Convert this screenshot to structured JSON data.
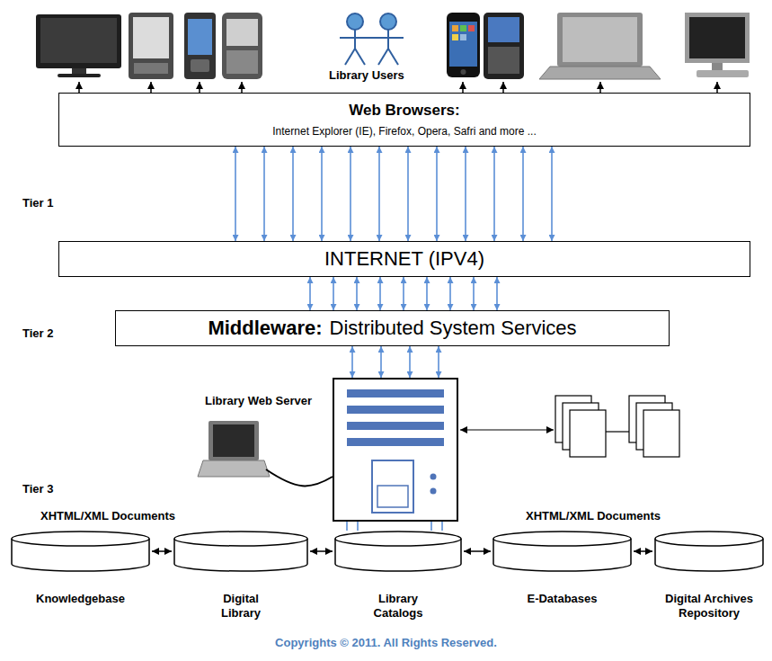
{
  "diagram": {
    "nodes": [
      {
        "text": [
          "Web Browsers:",
          "Internet Explorer (IE), Firefox, Opera, Safri and more ..."
        ]
      },
      {
        "text": [
          "INTERNET (IPV4)"
        ]
      },
      {
        "text": [
          "Middleware:",
          "Distributed System Services"
        ]
      },
      {
        "text": [
          "Library Web Server"
        ]
      },
      {
        "text": [
          "Knowledgebase"
        ]
      },
      {
        "text": [
          "Digital Library"
        ]
      },
      {
        "text": [
          "Library Catalogs"
        ]
      },
      {
        "text": [
          "E-Databases"
        ]
      },
      {
        "text": [
          "Digital Archives Repository"
        ]
      }
    ],
    "edges": [
      {
        "from": 0,
        "to": 1,
        "arrow": "both"
      },
      {
        "from": 0,
        "to": 1,
        "arrow": "both"
      },
      {
        "from": 0,
        "to": 1,
        "arrow": "both"
      },
      {
        "from": 0,
        "to": 1,
        "arrow": "both"
      },
      {
        "from": 0,
        "to": 1,
        "arrow": "both"
      },
      {
        "from": 0,
        "to": 1,
        "arrow": "both"
      },
      {
        "from": 0,
        "to": 1,
        "arrow": "both"
      },
      {
        "from": 0,
        "to": 1,
        "arrow": "both"
      },
      {
        "from": 0,
        "to": 1,
        "arrow": "both"
      },
      {
        "from": 0,
        "to": 1,
        "arrow": "both"
      },
      {
        "from": 0,
        "to": 1,
        "arrow": "both"
      },
      {
        "from": 0,
        "to": 1,
        "arrow": "both"
      },
      {
        "from": 1,
        "to": 2,
        "arrow": "both"
      },
      {
        "from": 1,
        "to": 2,
        "arrow": "both"
      },
      {
        "from": 1,
        "to": 2,
        "arrow": "both"
      },
      {
        "from": 1,
        "to": 2,
        "arrow": "both"
      },
      {
        "from": 1,
        "to": 2,
        "arrow": "both"
      },
      {
        "from": 1,
        "to": 2,
        "arrow": "both"
      },
      {
        "from": 1,
        "to": 2,
        "arrow": "both"
      },
      {
        "from": 1,
        "to": 2,
        "arrow": "both"
      },
      {
        "from": 1,
        "to": 2,
        "arrow": "both"
      },
      {
        "from": 2,
        "to": 3,
        "arrow": "both"
      },
      {
        "from": 2,
        "to": 3,
        "arrow": "both"
      },
      {
        "from": 2,
        "to": 3,
        "arrow": "both"
      },
      {
        "from": 2,
        "to": 3,
        "arrow": "both"
      },
      {
        "from": 3,
        "to": 6,
        "arrow": "none"
      },
      {
        "from": 3,
        "to": 6,
        "arrow": "none"
      },
      {
        "from": 3,
        "to": 6,
        "arrow": "none"
      },
      {
        "from": 3,
        "to": 6,
        "arrow": "none"
      },
      {
        "from": 4,
        "to": 5,
        "arrow": "both"
      },
      {
        "from": 5,
        "to": 6,
        "arrow": "both"
      },
      {
        "from": 6,
        "to": 7,
        "arrow": "both"
      },
      {
        "from": 7,
        "to": 8,
        "arrow": "both"
      }
    ],
    "labels": [
      "Library Users",
      "Tier 1",
      "Tier 2",
      "Tier 3",
      "XHTML/XML Documents",
      "XHTML/XML Documents",
      "Copyrights © 2011. All Rights Reserved."
    ]
  }
}
